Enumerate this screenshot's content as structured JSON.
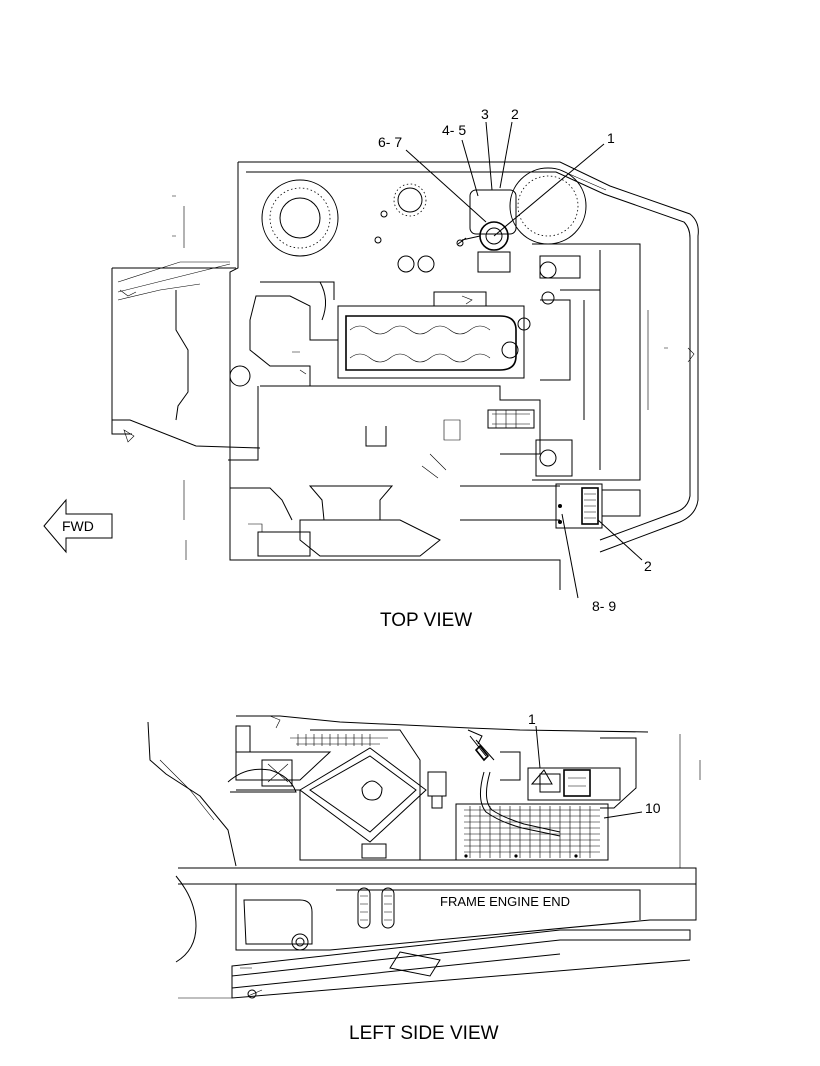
{
  "top_view": {
    "caption": "TOP VIEW",
    "fwd_label": "FWD",
    "callouts": [
      "6- 7",
      "4- 5",
      "3",
      "2",
      "1",
      "2",
      "8- 9"
    ]
  },
  "side_view": {
    "caption": "LEFT SIDE VIEW",
    "frame_label": "FRAME ENGINE END",
    "callouts": [
      "1",
      "10"
    ]
  }
}
